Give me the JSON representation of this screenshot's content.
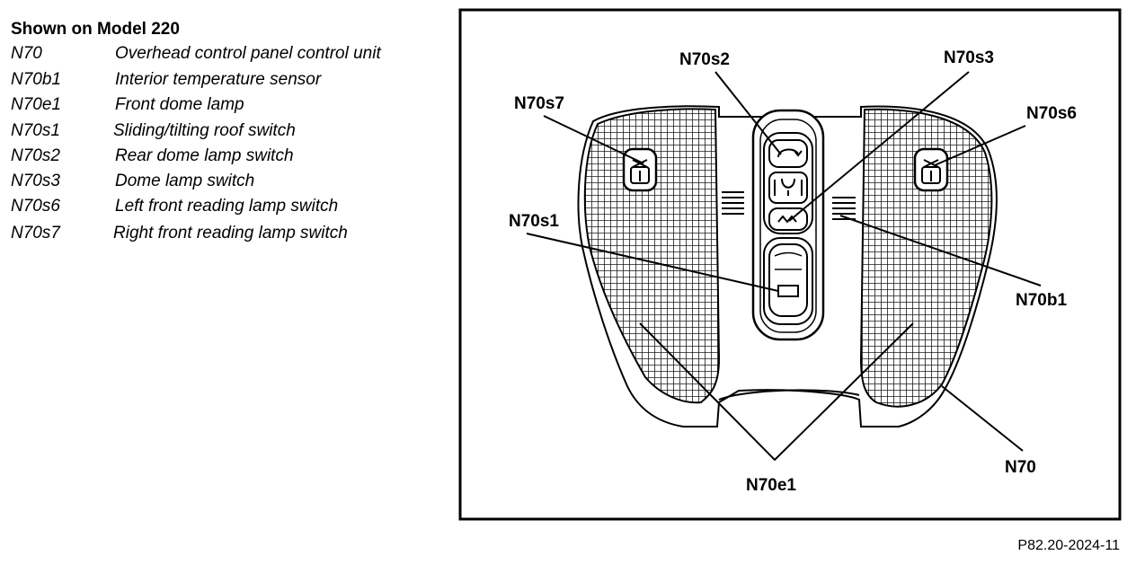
{
  "legend": {
    "title": "Shown on Model 220",
    "items": [
      {
        "code": "N70",
        "desc": "Overhead control panel control unit"
      },
      {
        "code": "N70b1",
        "desc": "Interior temperature sensor"
      },
      {
        "code": "N70e1",
        "desc": "Front dome lamp"
      },
      {
        "code": "N70s1",
        "desc": "Sliding/tilting roof switch"
      },
      {
        "code": "N70s2",
        "desc": "Rear dome lamp switch"
      },
      {
        "code": "N70s3",
        "desc": "Dome lamp switch"
      },
      {
        "code": "N70s6",
        "desc": "Left front reading lamp switch"
      },
      {
        "code": "N70s7",
        "desc": "Right front reading lamp switch"
      }
    ]
  },
  "callouts": {
    "n70s2": "N70s2",
    "n70s3": "N70s3",
    "n70s7": "N70s7",
    "n70s6": "N70s6",
    "n70s1": "N70s1",
    "n70b1": "N70b1",
    "n70e1": "N70e1",
    "n70": "N70"
  },
  "figure_code": "P82.20-2024-11"
}
